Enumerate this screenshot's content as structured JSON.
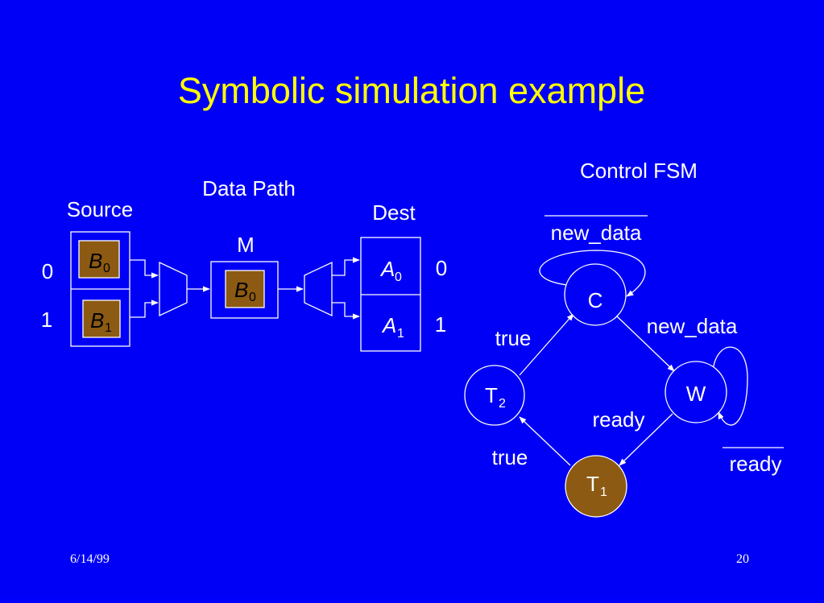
{
  "title": "Symbolic simulation example",
  "data_path": {
    "heading": "Data Path",
    "source_label": "Source",
    "m_label": "M",
    "dest_label": "Dest",
    "source_cells": [
      {
        "var": "B",
        "sub": "0",
        "index": "0"
      },
      {
        "var": "B",
        "sub": "1",
        "index": "1"
      }
    ],
    "m_cell": {
      "var": "B",
      "sub": "0"
    },
    "dest_cells": [
      {
        "var": "A",
        "sub": "0",
        "index": "0"
      },
      {
        "var": "A",
        "sub": "1",
        "index": "1"
      }
    ]
  },
  "fsm": {
    "heading": "Control FSM",
    "states": {
      "c": {
        "label": "C"
      },
      "w": {
        "label": "W"
      },
      "t1": {
        "label": "T",
        "sub": "1"
      },
      "t2": {
        "label": "T",
        "sub": "2"
      }
    },
    "edge_labels": {
      "c_self": "new_data",
      "c_to_w": "new_data",
      "w_self": "ready",
      "w_to_t1": "ready",
      "t1_to_t2": "true",
      "t2_to_c": "true"
    }
  },
  "footer": {
    "date": "6/14/99",
    "page": "20"
  },
  "colors": {
    "background": "#0000f6",
    "title": "#ffff00",
    "cell_fill": "#8c5a12",
    "text": "#ffffff"
  }
}
